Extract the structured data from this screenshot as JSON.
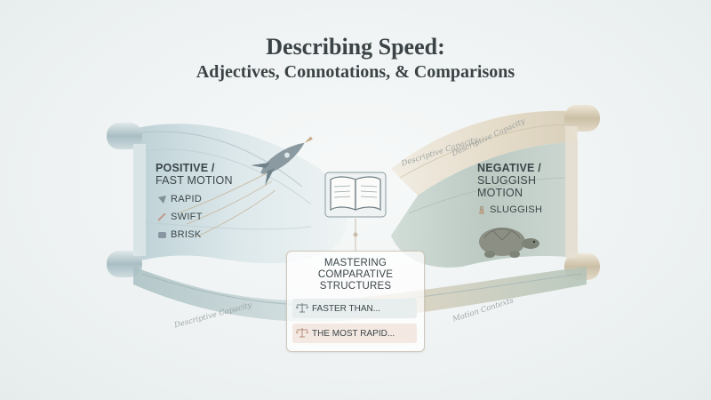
{
  "header": {
    "title": "Describing Speed:",
    "subtitle": "Adjectives, Connotations, & Comparisons"
  },
  "positive": {
    "heading_line1": "POSITIVE /",
    "heading_line2": "FAST MOTION",
    "items": [
      "RAPID",
      "SWIFT",
      "BRISK"
    ]
  },
  "negative": {
    "heading_line1": "NEGATIVE /",
    "heading_line2": "SLUGGISH",
    "heading_line3": "MOTION",
    "items": [
      "SLUGGISH"
    ]
  },
  "comparative": {
    "heading_line1": "MASTERING",
    "heading_line2": "COMPARATIVE",
    "heading_line3": "STRUCTURES",
    "rows": [
      "FASTER THAN...",
      "THE MOST RAPID..."
    ]
  },
  "ribbon_labels": {
    "top_right": "Descriptive Capacity",
    "top_right_2": "Descriptive Capacity",
    "bottom_left": "Descriptive Capacity",
    "bottom_right": "Motion Contexts"
  },
  "icons": {
    "center": "open-book-icon",
    "left": "rocket-icon",
    "right": "turtle-icon",
    "rows": [
      "scale-icon",
      "scale-icon"
    ]
  },
  "colors": {
    "positive_ribbon": "#c9dbe0",
    "negative_ribbon": "#b9c9bd",
    "accent_sand": "#ddd2bd",
    "text": "#3a4548"
  }
}
